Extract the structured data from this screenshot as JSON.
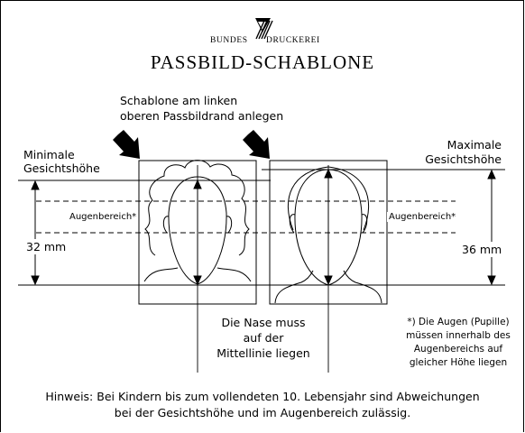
{
  "brand": {
    "left": "BUNDES",
    "right": "DRUCKEREI"
  },
  "title": "PASSBILD-SCHABLONE",
  "instruction": {
    "line1": "Schablone am linken",
    "line2": "oberen Passbildrand anlegen"
  },
  "min_height": {
    "line1": "Minimale",
    "line2": "Gesichtshöhe",
    "value": "32 mm"
  },
  "max_height": {
    "line1": "Maximale",
    "line2": "Gesichtshöhe",
    "value": "36 mm"
  },
  "eye_area_label": "Augenbereich*",
  "nose_note": {
    "line1": "Die Nase muss",
    "line2": "auf der",
    "line3": "Mittellinie liegen"
  },
  "eyes_note": {
    "line1": "*) Die Augen (Pupille)",
    "line2": "müssen innerhalb des",
    "line3": "Augenbereichs auf",
    "line4": "gleicher Höhe liegen"
  },
  "hint": {
    "line1": "Hinweis: Bei Kindern bis zum vollendeten 10. Lebensjahr sind Abweichungen",
    "line2": "bei der Gesichtshöhe und im Augenbereich zulässig."
  }
}
